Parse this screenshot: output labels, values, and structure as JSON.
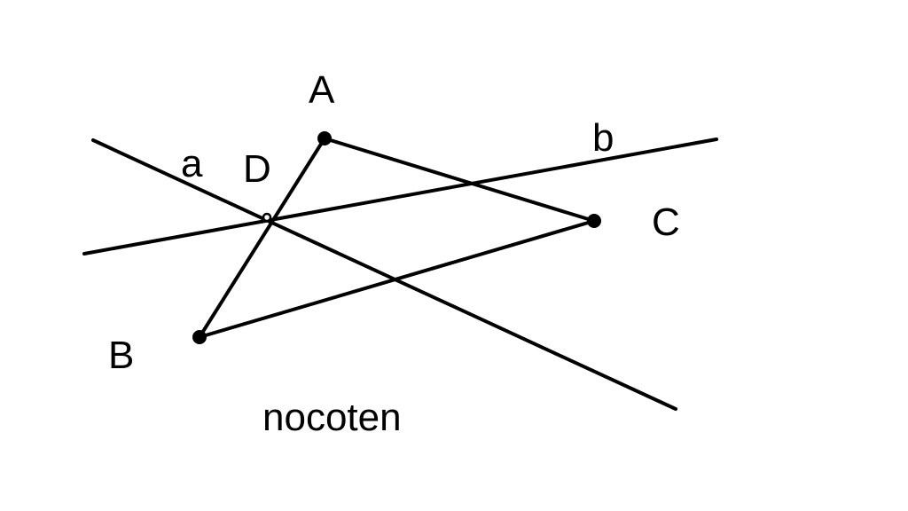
{
  "points": {
    "A": "A",
    "B": "B",
    "C": "C",
    "D": "D"
  },
  "lines": {
    "a": "a",
    "b": "b"
  },
  "caption": "nocoten"
}
